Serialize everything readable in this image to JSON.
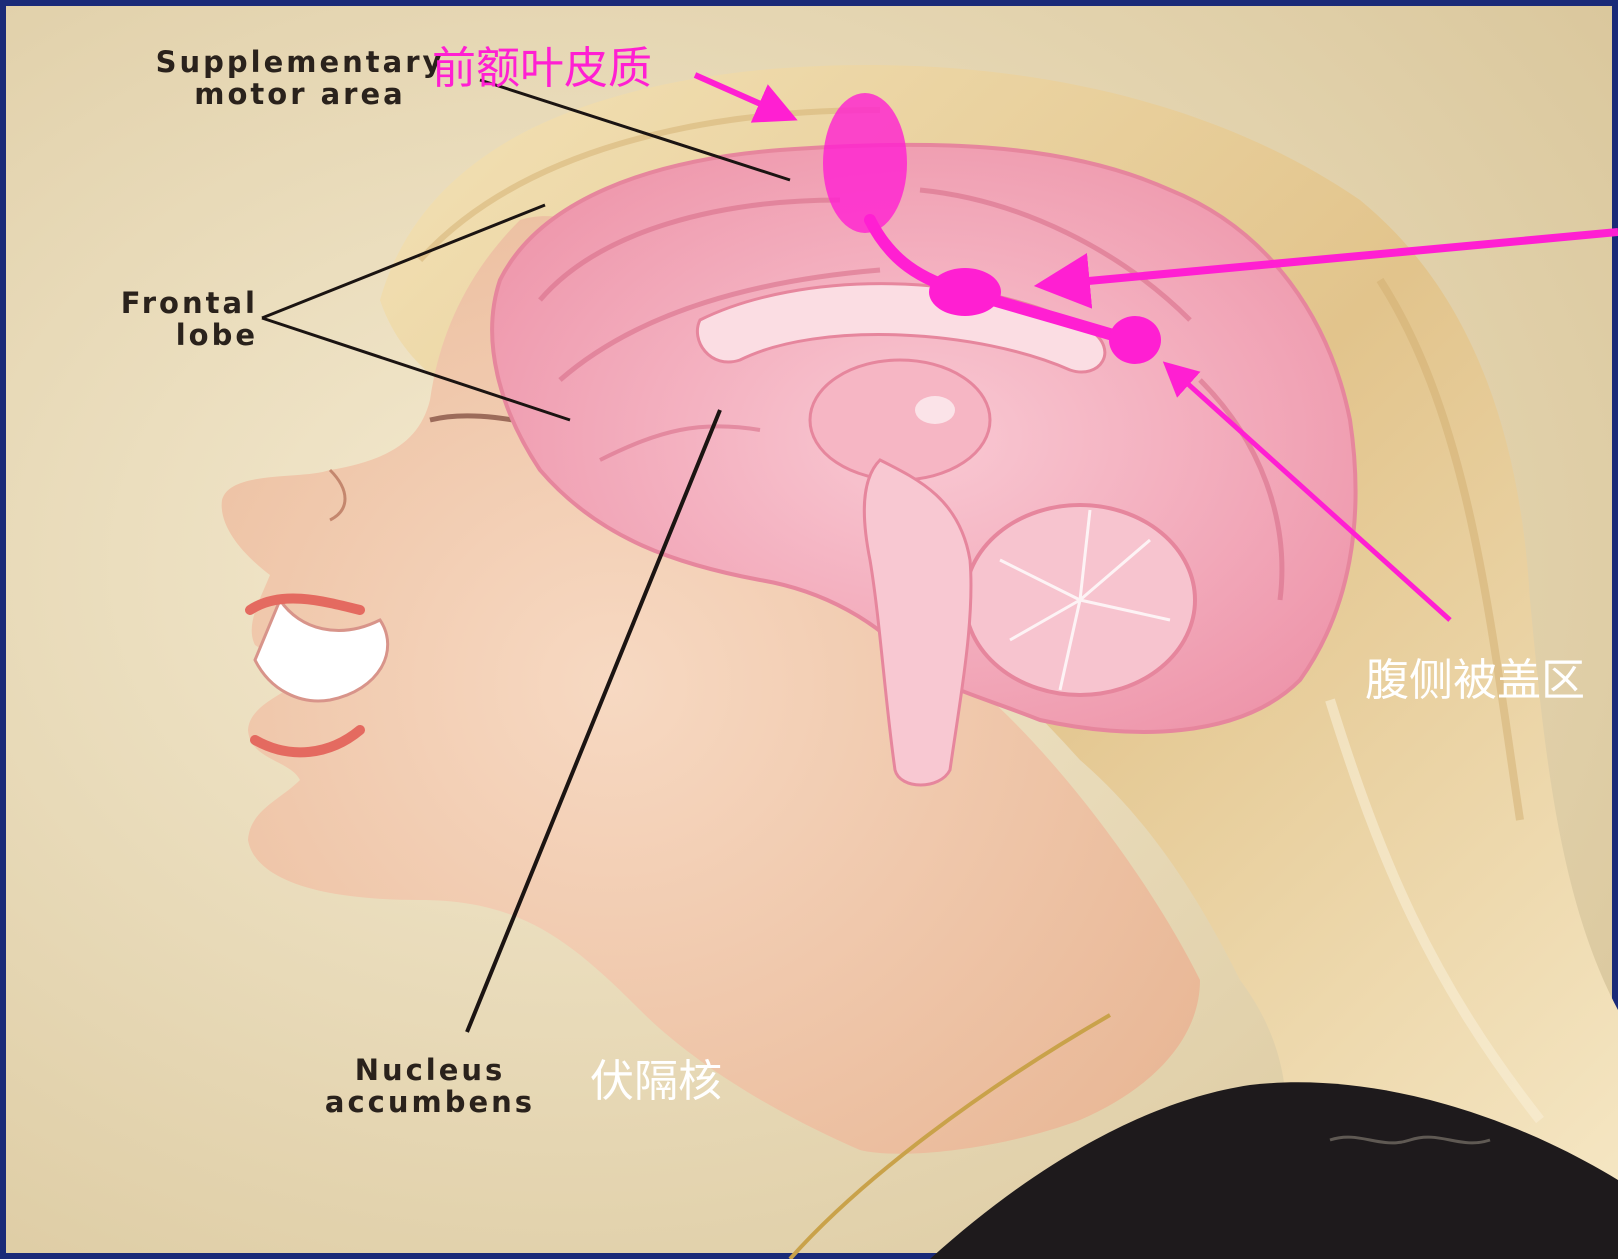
{
  "labels": {
    "supplementary_motor_area": [
      "Supplementary",
      "motor area"
    ],
    "frontal_lobe": [
      "Frontal",
      "lobe"
    ],
    "nucleus_accumbens": [
      "Nucleus",
      "accumbens"
    ]
  },
  "chinese_labels": {
    "prefrontal_cortex": "前额叶皮质",
    "ventral_tegmental_area": "腹侧被盖区",
    "nucleus_accumbens": "伏隔核"
  },
  "colors": {
    "frame": "#1a2a78",
    "background": "#e9dcbb",
    "pathway": "#ff1fd2",
    "brain": "#f2a6b8",
    "hair": "#e8cf98",
    "skin": "#f0c7ac"
  }
}
